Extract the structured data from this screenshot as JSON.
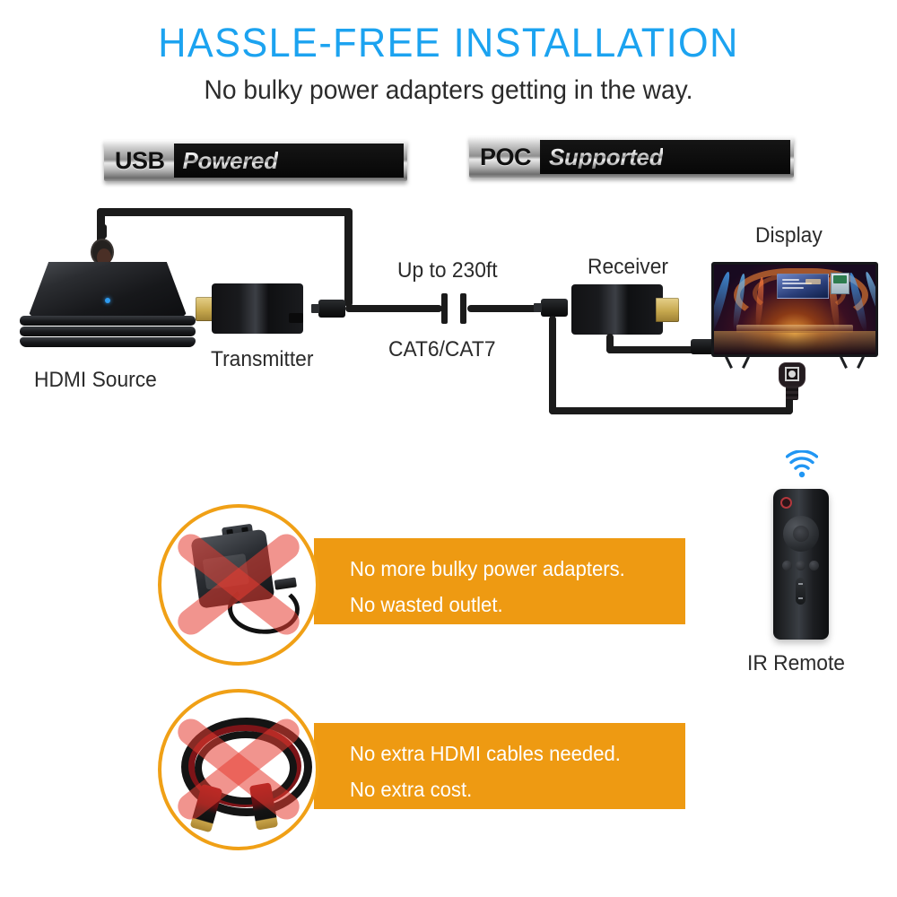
{
  "header": {
    "title": "HASSLE-FREE INSTALLATION",
    "subtitle": "No bulky power adapters getting in the way.",
    "title_color": "#1CA3F0",
    "subtitle_color": "#2b2b2b"
  },
  "badges": [
    {
      "name": "usb-powered",
      "left": "USB",
      "right": "Powered"
    },
    {
      "name": "poc-supported",
      "left": "POC",
      "right": "Supported"
    }
  ],
  "diagram": {
    "labels": {
      "hdmi_source": "HDMI Source",
      "transmitter": "Transmitter",
      "distance": "Up to 230ft",
      "cable_type": "CAT6/CAT7",
      "receiver": "Receiver",
      "display": "Display"
    }
  },
  "callouts": [
    {
      "name": "no-power-adapters",
      "icon": "power-adapter-crossed-out",
      "line1": "No more bulky power adapters.",
      "line2": "No wasted outlet.",
      "bar_color": "#EE9A12",
      "ring_color": "#F0A016"
    },
    {
      "name": "no-extra-cables",
      "icon": "hdmi-cable-crossed-out",
      "line1": "No extra HDMI cables needed.",
      "line2": "No extra cost.",
      "bar_color": "#EE9A12",
      "ring_color": "#F0A016"
    }
  ],
  "remote": {
    "label": "IR Remote",
    "signal_color": "#2196F3",
    "power_button_color": "#b3373c"
  }
}
